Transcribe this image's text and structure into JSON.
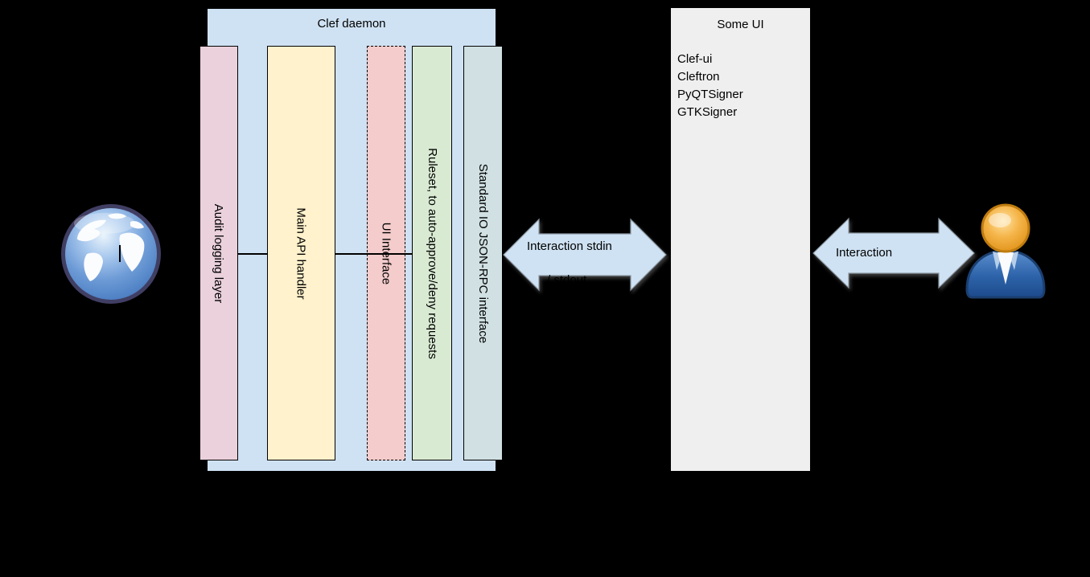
{
  "daemon": {
    "title": "Clef daemon",
    "box_color": "#cfe2f3",
    "bars": [
      {
        "label": "Audit logging layer",
        "color": "#ead1dc",
        "border": "solid"
      },
      {
        "label": "Main API handler",
        "color": "#fff2cc",
        "border": "solid"
      },
      {
        "label": "UI Interface",
        "color": "#f4cccc",
        "border": "dashed"
      },
      {
        "label": "Ruleset, to auto-approve/deny requests",
        "color": "#d9ead3",
        "border": "solid"
      },
      {
        "label": "Standard IO JSON-RPC interface",
        "color": "#d0e0e3",
        "border": "solid"
      }
    ]
  },
  "some_ui": {
    "title": "Some UI",
    "box_color": "#efefef",
    "items": [
      "Clef-ui",
      "Cleftron",
      "PyQTSigner",
      "GTKSigner"
    ]
  },
  "arrows": {
    "left": {
      "line1": "Interaction stdin",
      "line2": "/ stdout",
      "color": "#cfe2f3"
    },
    "right": {
      "label": "Interaction",
      "color": "#cfe2f3"
    }
  },
  "icons": {
    "globe": "globe-internet",
    "person": "user-person"
  },
  "colors": {
    "background": "#000000",
    "line": "#000000",
    "text": "#000000"
  }
}
